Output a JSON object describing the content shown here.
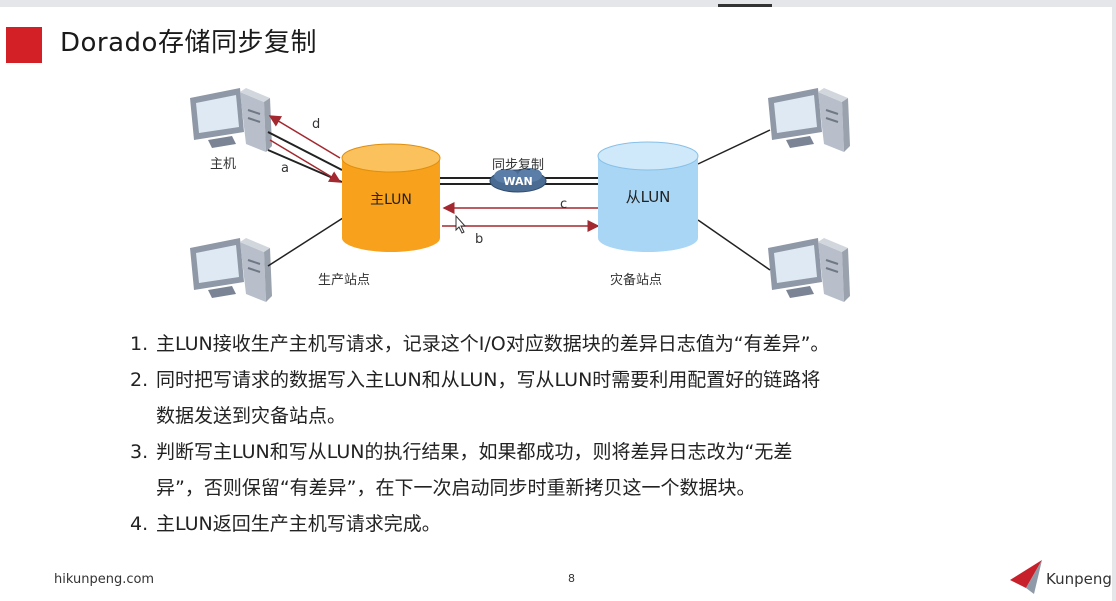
{
  "title": "Dorado存储同步复制",
  "diagram": {
    "host_label": "主机",
    "primary_lun": "主LUN",
    "secondary_lun": "从LUN",
    "sync_label": "同步复制",
    "wan_label": "WAN",
    "production_site": "生产站点",
    "dr_site": "灾备站点",
    "arrow_a": "a",
    "arrow_b": "b",
    "arrow_c": "c",
    "arrow_d": "d",
    "colors": {
      "primary": "#f7a11c",
      "secondary": "#a9d6f5",
      "arrow": "#a3282f"
    }
  },
  "steps": [
    {
      "num": "1.",
      "lines": [
        "主LUN接收生产主机写请求，记录这个I/O对应数据块的差异日志值为“有差异”。"
      ]
    },
    {
      "num": "2.",
      "lines": [
        "同时把写请求的数据写入主LUN和从LUN，写从LUN时需要利用配置好的链路将",
        "数据发送到灾备站点。"
      ]
    },
    {
      "num": "3.",
      "lines": [
        "判断写主LUN和写从LUN的执行结果，如果都成功，则将差异日志改为“无差",
        "异”，否则保留“有差异”，在下一次启动同步时重新拷贝这一个数据块。"
      ]
    },
    {
      "num": "4.",
      "lines": [
        "主LUN返回生产主机写请求完成。"
      ]
    }
  ],
  "footer": {
    "site": "hikunpeng.com",
    "page": "8",
    "brand": "Kunpeng"
  }
}
